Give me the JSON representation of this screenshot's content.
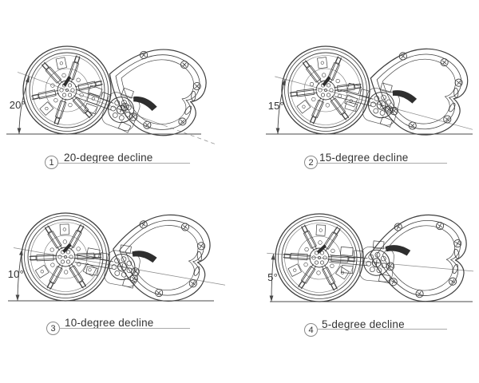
{
  "figure": {
    "panels": [
      {
        "number": "1",
        "angle_deg": 20,
        "angle_label": "20°",
        "caption": "20-degree decline"
      },
      {
        "number": "2",
        "angle_deg": 15,
        "angle_label": "15°",
        "caption": "15-degree decline"
      },
      {
        "number": "3",
        "angle_deg": 10,
        "angle_label": "10°",
        "caption": "10-degree decline"
      },
      {
        "number": "4",
        "angle_deg": 5,
        "angle_label": "5°",
        "caption": "5-degree decline"
      }
    ]
  },
  "colors": {
    "line": "#3f3f3f",
    "dark_fill": "#2e2e2e",
    "axis_line": "#8c8c8c",
    "dimension": "#474747",
    "ground": "#4a4a4a",
    "underline": "#a9a9a9",
    "text": "#333333",
    "background": "#ffffff"
  }
}
